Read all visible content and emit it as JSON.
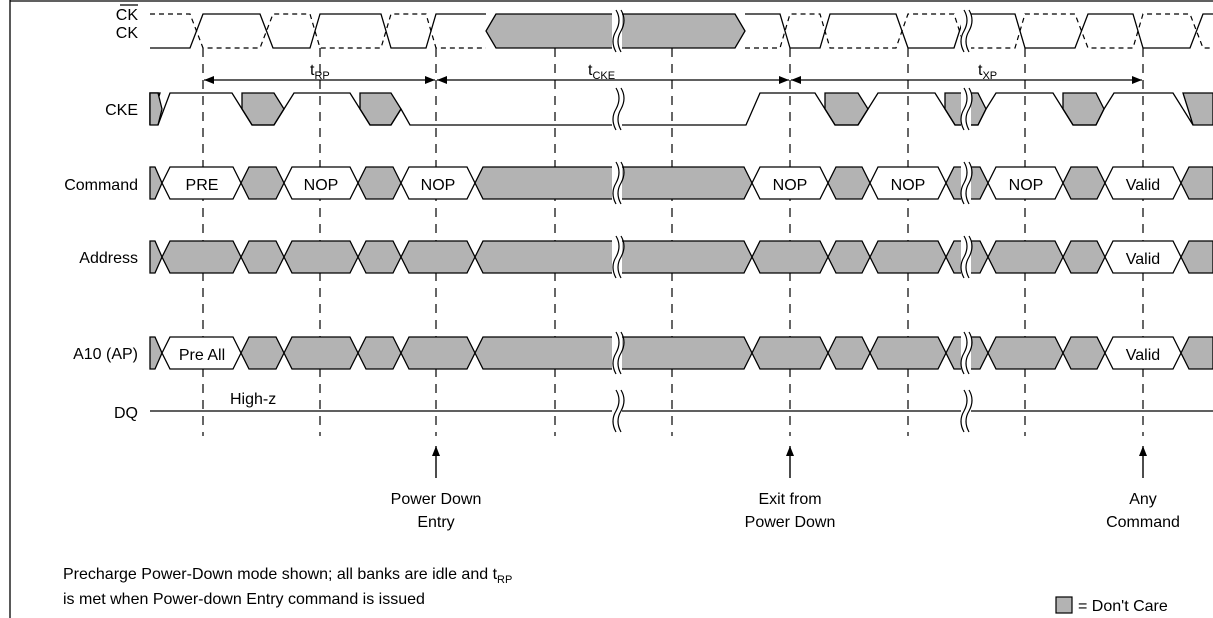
{
  "signals": {
    "ck_bar": "CK",
    "ck": "CK",
    "cke": "CKE",
    "command": "Command",
    "address": "Address",
    "a10": "A10 (AP)",
    "dq": "DQ"
  },
  "timing": {
    "t_rp": {
      "base": "t",
      "sub": "RP"
    },
    "t_cke": {
      "base": "t",
      "sub": "CKE"
    },
    "t_xp": {
      "base": "t",
      "sub": "XP"
    }
  },
  "command_labels": [
    "PRE",
    "NOP",
    "NOP",
    "NOP",
    "NOP",
    "NOP",
    "Valid"
  ],
  "address_label": "Valid",
  "a10_labels": [
    "Pre All",
    "Valid"
  ],
  "dq_label": "High-z",
  "events": {
    "power_down_entry": [
      "Power Down",
      "Entry"
    ],
    "exit_power_down": [
      "Exit from",
      "Power Down"
    ],
    "any_command": [
      "Any",
      "Command"
    ]
  },
  "note": {
    "line1_pre": "Precharge Power-Down mode shown; all banks are idle and t",
    "line1_sub": "RP",
    "line2": "is met when Power-down Entry command is issued"
  },
  "legend": {
    "label": "= Don't Care",
    "color": "#b3b3b3"
  }
}
